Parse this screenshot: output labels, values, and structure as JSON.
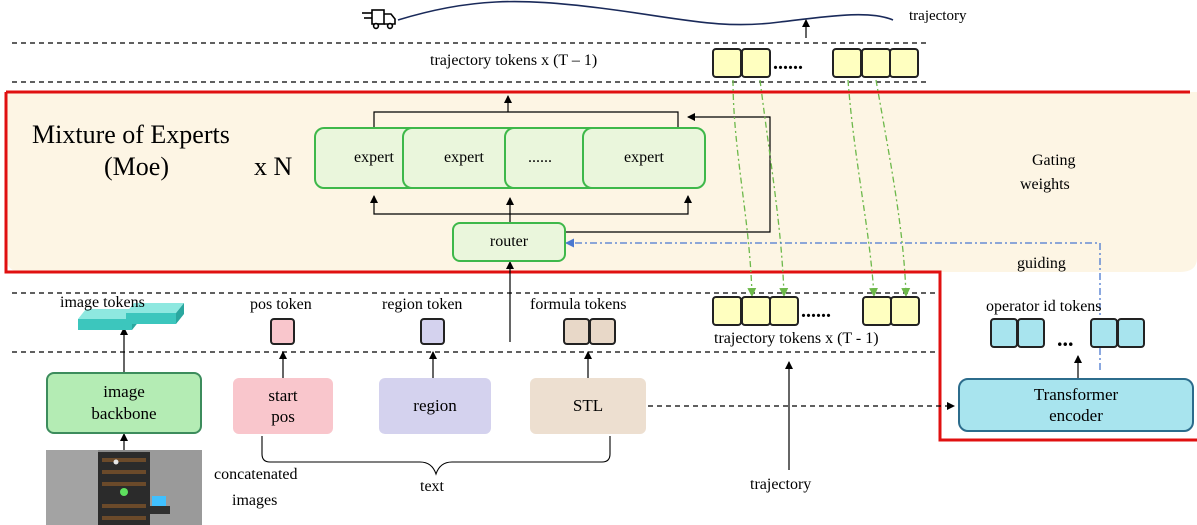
{
  "labels": {
    "trajectory_top": "trajectory",
    "traj_tokens_top": "trajectory tokens x (T – 1)",
    "dots_top": "......",
    "moe_title_line1": "Mixture of Experts",
    "moe_title_line2": "(Moe)",
    "moe_times": "x N",
    "expert_1": "expert",
    "expert_2": "expert",
    "expert_dots": "......",
    "expert_4": "expert",
    "gating_line1": "Gating",
    "gating_line2": "weights",
    "router": "router",
    "guiding": "guiding",
    "image_tokens": "image tokens",
    "pos_token": "pos token",
    "region_token": "region token",
    "formula_tokens": "formula tokens",
    "dots_bottom": "......",
    "traj_tokens_bottom": "trajectory tokens x (T - 1)",
    "operator_tokens": "operator id tokens",
    "operator_dots": "...",
    "image_backbone_line1": "image",
    "image_backbone_line2": "backbone",
    "start_pos_line1": "start",
    "start_pos_line2": "pos",
    "region": "region",
    "stl": "STL",
    "transformer_line1": "Transformer",
    "transformer_line2": "encoder",
    "concat_line1": "concatenated",
    "concat_line2": "images",
    "text": "text",
    "trajectory_bottom": "trajectory"
  },
  "colors": {
    "moe_background": "#fdf5e4",
    "moe_border": "#e01010",
    "expert_fill": "#eaf6dc",
    "expert_border": "#3eb84a",
    "token_yellow": "#ffffc0",
    "token_blue": "#a8e4ee",
    "token_pink": "#f9c6cc",
    "token_lavender": "#d4d2ee",
    "token_tan": "#e8d8c8",
    "image_tokens": "#4fd9cf",
    "backbone_fill": "#b4ecb4",
    "start_pos_fill": "#f9c6cc",
    "region_fill": "#d4d2ee",
    "stl_fill": "#eddfd0",
    "transformer_fill": "#a8e4ee",
    "gating_arrow": "#6cb84a",
    "guiding_arrow": "#4a78d0"
  },
  "icons": {
    "vehicle": "delivery-truck-icon",
    "scene": "warehouse-scene-image"
  }
}
